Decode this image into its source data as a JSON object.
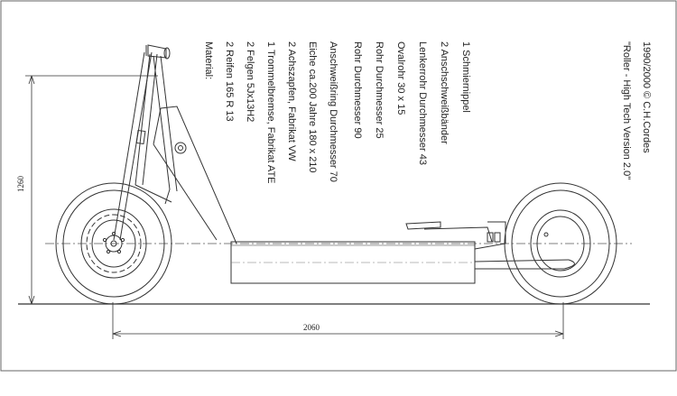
{
  "material": {
    "header": "Material:",
    "items": [
      "2 Reifen 165 R 13",
      "2 Felgen 5Jx13H2",
      "1 Trommelbremse, Fabrikat ATE",
      "2 Achszapfen, Fabrikat VW",
      "Eiche ca.200 Jahre 180 x 210",
      "Anschweißring Durchmesser 70",
      "Rohr Durchmesser 90",
      "Rohr Durchmesser 25",
      "Ovalrohr 30 x 15",
      "Lenkerrohr Durchmesser 43",
      "2 Anschschweißbänder",
      "1 Schmiernippel"
    ]
  },
  "title": {
    "line1": "\"Roller - High Tech Version 2.0\"",
    "line2": "1990/2000 © C.H.Cordes"
  },
  "dimensions": {
    "height": "1260",
    "length": "2060"
  },
  "colors": {
    "line": "#333333",
    "frame": "#555555",
    "background": "#ffffff"
  }
}
